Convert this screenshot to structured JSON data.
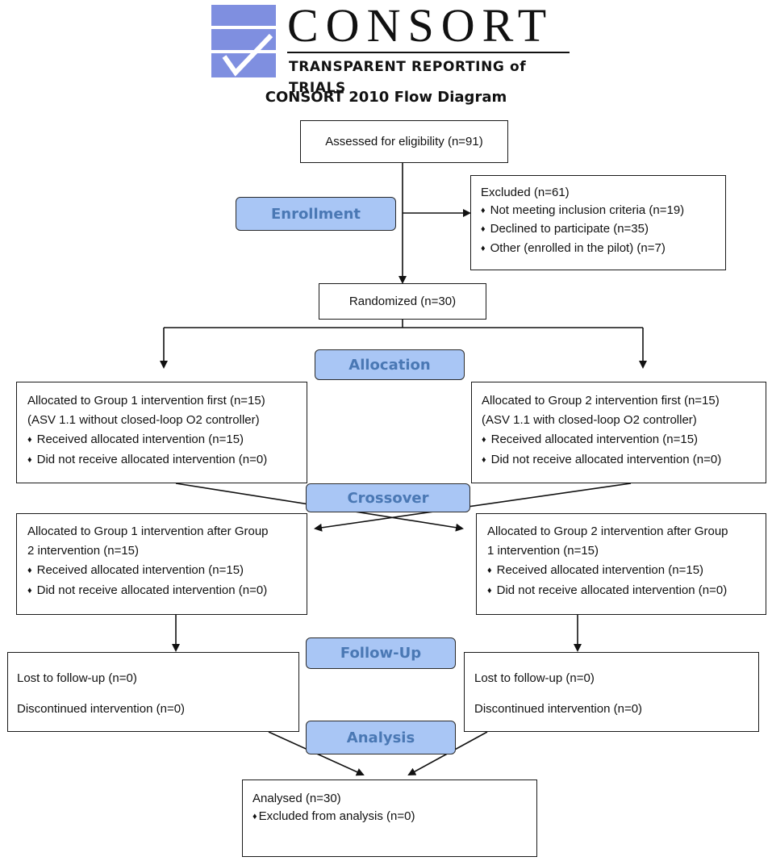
{
  "logo": {
    "wordmark": "CONSORT",
    "tagline": "TRANSPARENT REPORTING of TRIALS"
  },
  "title": "CONSORT 2010 Flow Diagram",
  "stages": {
    "enrollment": "Enrollment",
    "allocation": "Allocation",
    "crossover": "Crossover",
    "followup": "Follow-Up",
    "analysis": "Analysis"
  },
  "assessed": "Assessed for eligibility (n=91)",
  "excluded": {
    "heading": "Excluded (n=61)",
    "items": [
      "Not meeting inclusion criteria (n=19)",
      "Declined to participate (n=35)",
      "Other (enrolled in the pilot) (n=7)"
    ]
  },
  "randomized": "Randomized (n=30)",
  "alloc_group1": {
    "line1": "Allocated to Group 1 intervention first (n=15)",
    "line2": "(ASV 1.1 without closed-loop O2 controller)",
    "items": [
      "Received allocated intervention (n=15)",
      "Did not receive allocated intervention (n=0)"
    ]
  },
  "alloc_group2": {
    "line1": "Allocated to Group 2 intervention first (n=15)",
    "line2": "(ASV 1.1 with closed-loop O2 controller)",
    "items": [
      "Received allocated intervention (n=15)",
      "Did not receive allocated intervention (n=0)"
    ]
  },
  "cross_group1": {
    "line1": "Allocated to Group 1 intervention after Group",
    "line2": "2 intervention (n=15)",
    "items": [
      "Received allocated intervention (n=15)",
      "Did not receive allocated intervention (n=0)"
    ]
  },
  "cross_group2": {
    "line1": "Allocated to Group 2 intervention after Group",
    "line2": "1 intervention (n=15)",
    "items": [
      "Received allocated intervention (n=15)",
      "Did not receive allocated intervention (n=0)"
    ]
  },
  "followup_left": {
    "lost": "Lost to follow-up (n=0)",
    "discontinued": "Discontinued intervention (n=0)"
  },
  "followup_right": {
    "lost": "Lost to follow-up (n=0)",
    "discontinued": "Discontinued intervention (n=0)"
  },
  "analysed": {
    "heading": "Analysed (n=30)",
    "item": "Excluded from analysis (n=0)"
  },
  "bullet_glyph": "♦",
  "colors": {
    "stage_fill": "#a9c6f5",
    "stage_text": "#4a78b4",
    "logo_blue": "#7f8fe0"
  }
}
